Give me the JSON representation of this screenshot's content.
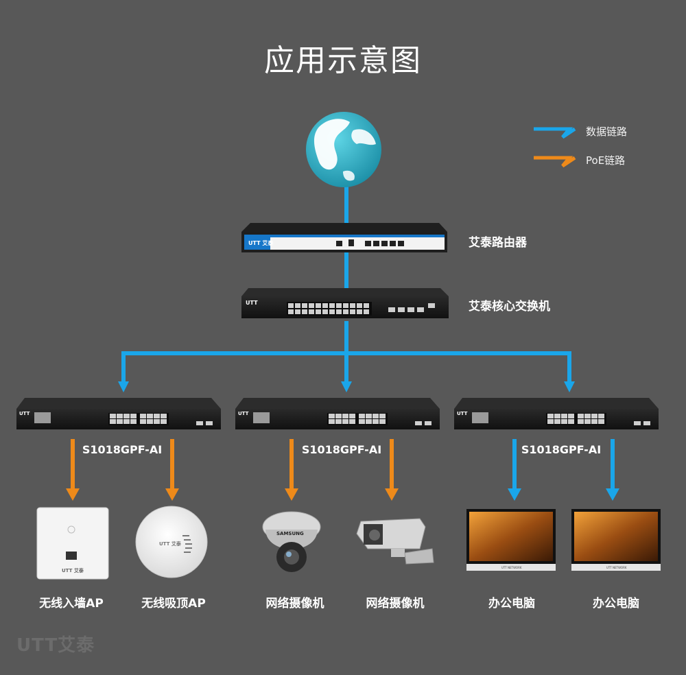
{
  "title": "应用示意图",
  "legend": {
    "data_link": "数据链路",
    "poe_link": "PoE链路",
    "data_color": "#1aa6ea",
    "poe_color": "#ee8a1a"
  },
  "core": {
    "router_label": "艾泰路由器",
    "switch_label": "艾泰核心交换机",
    "router_brand": "UTT 艾泰",
    "switch_brand": "UTT"
  },
  "access_switches": [
    {
      "model": "S1018GPF-AI",
      "brand": "UTT"
    },
    {
      "model": "S1018GPF-AI",
      "brand": "UTT"
    },
    {
      "model": "S1018GPF-AI",
      "brand": "UTT"
    }
  ],
  "endpoints": [
    {
      "label": "无线入墙AP",
      "icon": "wall-ap-icon",
      "brand": "UTT 艾泰"
    },
    {
      "label": "无线吸顶AP",
      "icon": "ceiling-ap-icon",
      "brand": "UTT 艾泰"
    },
    {
      "label": "网络摄像机",
      "icon": "dome-camera-icon",
      "brand": "SAMSUNG"
    },
    {
      "label": "网络摄像机",
      "icon": "bullet-camera-icon"
    },
    {
      "label": "办公电脑",
      "icon": "monitor-icon",
      "brand": "UTT NETWORK"
    },
    {
      "label": "办公电脑",
      "icon": "monitor-icon",
      "brand": "UTT NETWORK"
    }
  ],
  "watermark": "UTT艾泰"
}
